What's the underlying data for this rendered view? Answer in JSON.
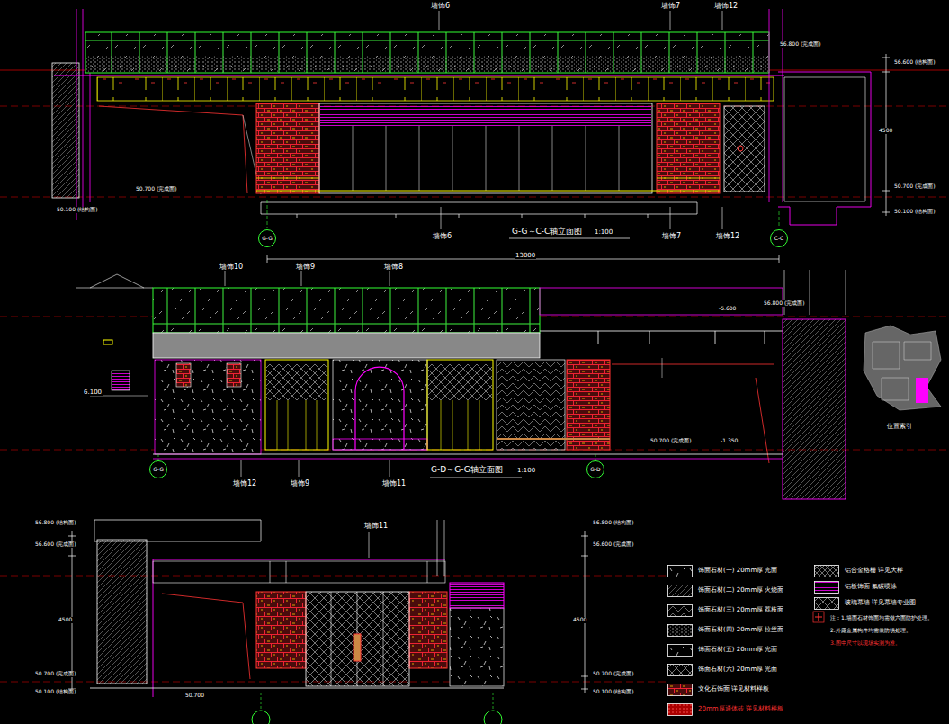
{
  "diagram": {
    "nodes": [
      {
        "text": [
          "G-G"
        ]
      },
      {
        "text": [
          "C-C"
        ]
      },
      {
        "text": [
          "G-G"
        ]
      },
      {
        "text": [
          "G-D"
        ]
      }
    ],
    "labels": [
      "墙饰6",
      "墙饰7",
      "墙饰12",
      "56.800 (完成面)",
      "56.600 (结构面)",
      "4500",
      "50.700 (完成面)",
      "50.100 (结构面)",
      "50.700 (完成面)",
      "50.100 (结构面)",
      "墙饰6",
      "墙饰7",
      "墙饰12",
      "G-G～C-C轴立面图",
      "1:100",
      "13000",
      "墙饰10",
      "墙饰9",
      "墙饰8",
      "56.800 (完成面)",
      "-5.600",
      "50.700 (完成面)",
      "-1.350",
      "墙饰12",
      "墙饰9",
      "墙饰11",
      "G-D～G-G轴立面图",
      "1:100",
      "位置索引",
      "6.100",
      "墙饰11",
      "56.800 (结构面)",
      "56.600 (完成面)",
      "4500",
      "50.700 (完成面)",
      "50.100 (结构面)",
      "50.700",
      "56.800 (结构面)",
      "56.600 (完成面)",
      "4500",
      "50.700 (完成面)",
      "50.100 (结构面)",
      "注：1.墙面石材饰面均需做六面防护处理。",
      "2.外露金属构件均需做防锈处理。",
      "3.图中尺寸以现场实测为准。"
    ],
    "legend": [
      {
        "text": "饰面石材(一) 20mm厚 光面"
      },
      {
        "text": "饰面石材(二) 20mm厚 火烧面"
      },
      {
        "text": "饰面石材(三) 20mm厚 荔枝面"
      },
      {
        "text": "饰面石材(四) 20mm厚 拉丝面"
      },
      {
        "text": "饰面石材(五) 20mm厚 光面"
      },
      {
        "text": "饰面石材(六) 20mm厚 光面"
      },
      {
        "text": "文化石饰面 详见材料样板"
      },
      {
        "text": "20mm厚通体砖 详见材料样板"
      },
      {
        "text": "铝合金格栅 详见大样"
      },
      {
        "text": "铝板饰面 氟碳喷涂"
      },
      {
        "text": "玻璃幕墙 详见幕墙专业图"
      }
    ]
  }
}
